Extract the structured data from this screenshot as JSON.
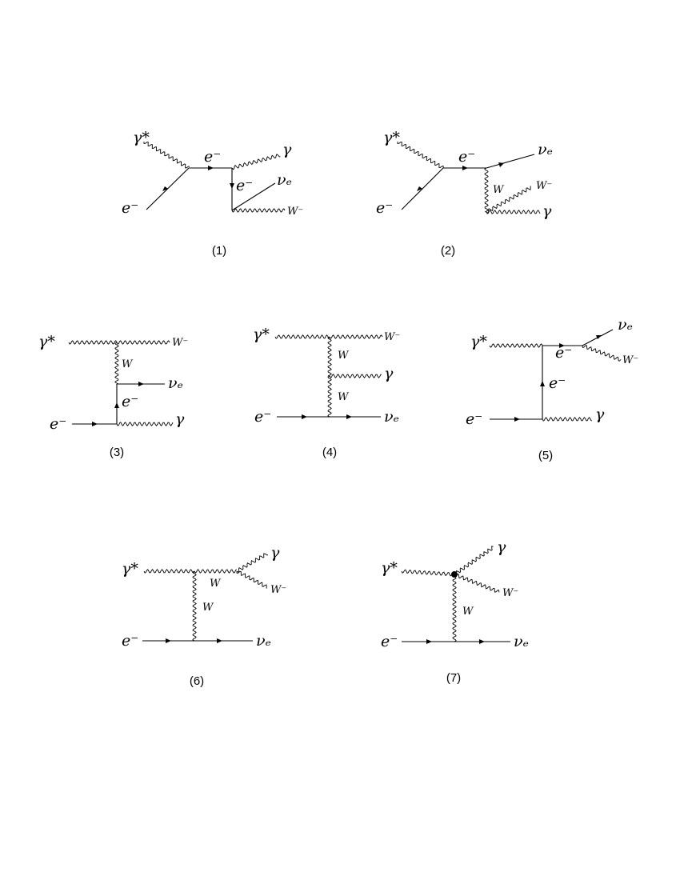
{
  "diagrams": [
    {
      "caption": "(1)",
      "labels": {
        "gstar": "γ*",
        "em_in": "e⁻",
        "e_prop": "e⁻",
        "gamma": "γ",
        "e_vert": "e⁻",
        "nu": "νₑ",
        "w": "W⁻"
      }
    },
    {
      "caption": "(2)",
      "labels": {
        "gstar": "γ*",
        "em_in": "e⁻",
        "e_prop": "e⁻",
        "nu": "νₑ",
        "w_prop": "W",
        "w": "W⁻",
        "gamma": "γ"
      }
    },
    {
      "caption": "(3)",
      "labels": {
        "gstar": "γ*",
        "w": "W⁻",
        "w_prop": "W",
        "nu": "νₑ",
        "e_vert": "e⁻",
        "em_in": "e⁻",
        "gamma": "γ"
      }
    },
    {
      "caption": "(4)",
      "labels": {
        "gstar": "γ*",
        "w": "W⁻",
        "w_prop1": "W",
        "gamma": "γ",
        "w_prop2": "W",
        "em_in": "e⁻",
        "nu": "νₑ"
      }
    },
    {
      "caption": "(5)",
      "labels": {
        "gstar": "γ*",
        "nu": "νₑ",
        "e_top": "e⁻",
        "w": "W⁻",
        "e_vert": "e⁻",
        "em_in": "e⁻",
        "gamma": "γ"
      }
    },
    {
      "caption": "(6)",
      "labels": {
        "gstar": "γ*",
        "gamma": "γ",
        "w_top": "W",
        "w": "W⁻",
        "w_prop": "W",
        "em_in": "e⁻",
        "nu": "νₑ"
      }
    },
    {
      "caption": "(7)",
      "labels": {
        "gstar": "γ*",
        "gamma": "γ",
        "w": "W⁻",
        "w_prop": "W",
        "em_in": "e⁻",
        "nu": "νₑ"
      }
    }
  ]
}
